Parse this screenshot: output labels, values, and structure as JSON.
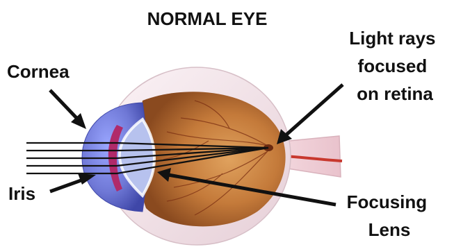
{
  "title": "NORMAL EYE",
  "labels": {
    "cornea": "Cornea",
    "iris": "Iris",
    "light_rays": [
      "Light rays",
      "focused",
      "on retina"
    ],
    "focusing_lens": [
      "Focusing",
      "Lens"
    ]
  },
  "colors": {
    "background": "#ffffff",
    "text": "#111111",
    "sclera": "#f3e6ea",
    "retina": "#c47a3a",
    "cornea": "#6f78d6",
    "lens": "#b7c2ee",
    "iris_pupil": "#b02a6a",
    "optic_nerve": "#c8382e",
    "ray": "#111111"
  }
}
